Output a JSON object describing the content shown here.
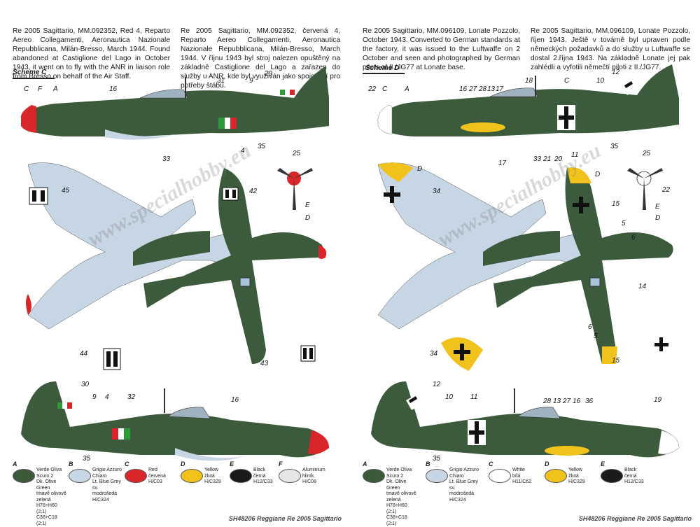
{
  "left": {
    "text_en": "Re 2005 Sagittario, MM.092352, Red 4, Reparto Aereo Collegamenti, Aeronautica Nazionale Repubblicana, Milán-Bresso, March 1944. Found abandoned at Castiglione del Lago in October 1943, it went on to fly with the ANR in liaison role from Bresso on behalf of the Air Staff.",
    "text_cz": "Re 2005 Sagittario, MM.092352, červená 4, Reparto Aereo Collegamenti, Aeronautica Nazionale Repubblicana, Milán-Bresso, March 1944. V říjnu 1943 byl stroj nalezen opuštěný na základně Castiglione del Lago a zařazen do služby u ANR, kde byl využíván jako spojovací pro potřeby štábu.",
    "scheme": "Scheme C",
    "callouts": [
      "C",
      "F",
      "A",
      "16",
      "31",
      "9",
      "29",
      "33",
      "4",
      "35",
      "25",
      "E",
      "D",
      "42",
      "45",
      "44",
      "43",
      "30",
      "9",
      "4",
      "32",
      "16",
      "35"
    ],
    "footer": "SH48206 Reggiane Re 2005 Sagittario",
    "legend": [
      {
        "letter": "A",
        "text": "Verde Oliva Scuro 2\nDk. Olive Green\ntmavě olivově zelená\nH78+H60 (2:1)\nC38+C18 (2:1)",
        "color": "#3b5a3a"
      },
      {
        "letter": "B",
        "text": "Grigio Azzuro Chiaro\nLt. Blue Grey\nsv. modrošedá\nH/C324",
        "color": "#c7d6e4"
      },
      {
        "letter": "C",
        "text": "Red\nčervená\nH/C03",
        "color": "#d9262b"
      },
      {
        "letter": "D",
        "text": "Yellow\nžlutá\nH/C329",
        "color": "#f0c21b"
      },
      {
        "letter": "E",
        "text": "Black\nčerná\nH12/C33",
        "color": "#1a1a1a"
      },
      {
        "letter": "F",
        "text": "Aluminium\nhliník\nH/C08",
        "color": "#e6e6e6"
      }
    ]
  },
  "right": {
    "text_en": "Re 2005 Sagittario, MM.096109, Lonate Pozzolo, October 1943. Converted to German standards at the factory, it was issued to the Luftwaffe on 2 October and seen and photographed by German pilots of II./JG77 at Lonate base.",
    "text_cz": "Re 2005 Sagittario, MM.096109, Lonate Pozzolo, říjen 1943. Ještě v továrně byl upraven podle německých požadavků a do služby u Luftwaffe se dostal 2.října 1943. Na základně Lonate jej pak zahlédli a vyfotili němečtí piloti z II./JG77.",
    "scheme": "Scheme D",
    "callouts": [
      "22",
      "C",
      "A",
      "16",
      "27",
      "28",
      "13",
      "17",
      "18",
      "C",
      "10",
      "12",
      "33",
      "21",
      "20",
      "11",
      "35",
      "17",
      "D",
      "34",
      "25",
      "D",
      "15",
      "22",
      "E",
      "D",
      "5",
      "6",
      "14",
      "6",
      "5",
      "15",
      "34",
      "12",
      "10",
      "11",
      "28",
      "13",
      "27",
      "16",
      "36",
      "19",
      "35"
    ],
    "footer": "SH48206 Reggiane Re 2005 Sagittario",
    "legend": [
      {
        "letter": "A",
        "text": "Verde Oliva Scuro 2\nDk. Olive Green\ntmavě olivově zelená\nH78+H60 (2:1)\nC38+C18 (2:1)",
        "color": "#3b5a3a"
      },
      {
        "letter": "B",
        "text": "Grigio Azzuro Chiaro\nLt. Blue Grey\nsv. modrošedá\nH/C324",
        "color": "#c7d6e4"
      },
      {
        "letter": "C",
        "text": "White\nbílá\nH11/C62",
        "color": "#ffffff"
      },
      {
        "letter": "D",
        "text": "Yellow\nžlutá\nH/C329",
        "color": "#f0c21b"
      },
      {
        "letter": "E",
        "text": "Black\nčerná\nH12/C33",
        "color": "#1a1a1a"
      }
    ]
  },
  "watermark": "www.specialhobby.eu"
}
